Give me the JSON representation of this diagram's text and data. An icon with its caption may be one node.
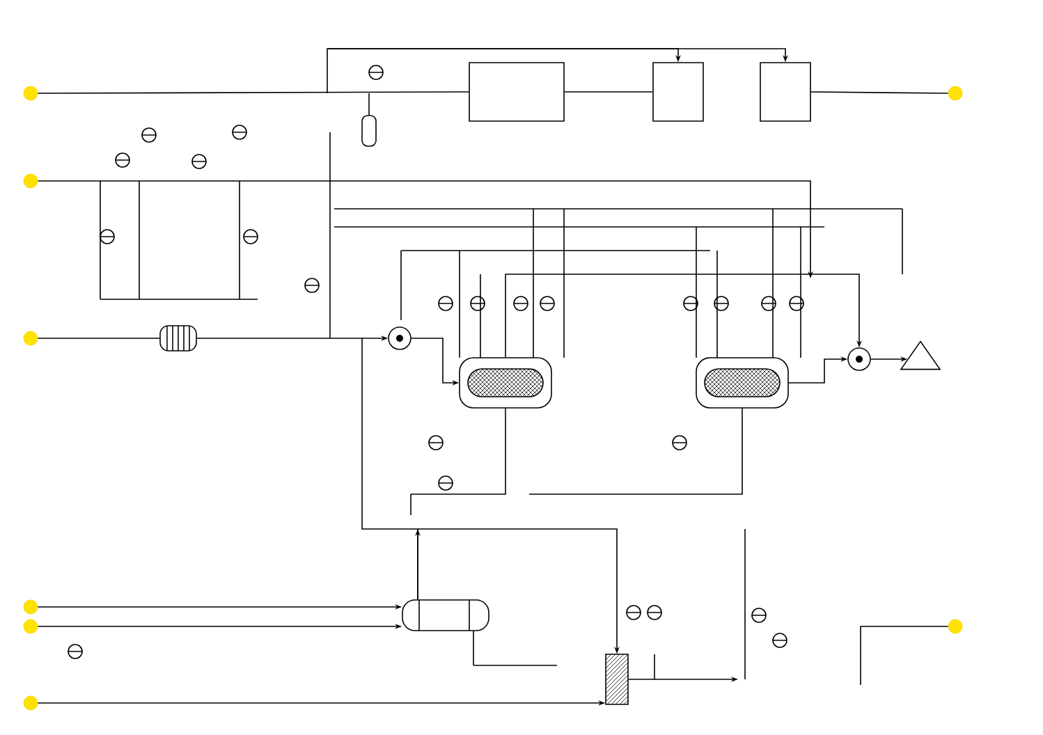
{
  "diagram": {
    "nodes": [
      {
        "text": [],
        "shape": "circle"
      },
      {
        "text": [],
        "shape": "circle"
      },
      {
        "text": [],
        "shape": "circle"
      },
      {
        "text": [],
        "shape": "circle"
      },
      {
        "text": [],
        "shape": "circle"
      },
      {
        "text": [],
        "shape": "circle"
      },
      {
        "text": [],
        "shape": "circle"
      },
      {
        "text": [],
        "shape": "circle"
      },
      {
        "text": [],
        "shape": "box"
      },
      {
        "text": [],
        "shape": "box"
      },
      {
        "text": [],
        "shape": "box"
      },
      {
        "text": [],
        "shape": "cylinder"
      },
      {
        "text": [],
        "shape": "circle"
      },
      {
        "text": [],
        "shape": "cylinder"
      },
      {
        "text": [],
        "shape": "cylinder"
      },
      {
        "text": [],
        "shape": "circle"
      },
      {
        "text": [],
        "shape": "triangle"
      },
      {
        "text": [],
        "shape": "cylinder"
      },
      {
        "text": [],
        "shape": "box"
      },
      {
        "text": [],
        "shape": "cylinder"
      }
    ],
    "edges": [
      {
        "from": 0,
        "to": 8,
        "arrow": "none"
      },
      {
        "from": 8,
        "to": 9,
        "arrow": "none"
      },
      {
        "from": null,
        "to": 9,
        "arrow": "to"
      },
      {
        "from": null,
        "to": 10,
        "arrow": "to"
      },
      {
        "from": 10,
        "to": 6,
        "arrow": "none"
      },
      {
        "from": 1,
        "to": null,
        "arrow": "to"
      },
      {
        "from": 2,
        "to": 11,
        "arrow": "none"
      },
      {
        "from": 11,
        "to": 12,
        "arrow": "to"
      },
      {
        "from": 12,
        "to": 13,
        "arrow": "to"
      },
      {
        "from": 13,
        "to": 15,
        "arrow": "to"
      },
      {
        "from": 14,
        "to": 15,
        "arrow": "to"
      },
      {
        "from": 15,
        "to": 16,
        "arrow": "to"
      },
      {
        "from": 13,
        "to": null,
        "arrow": "none"
      },
      {
        "from": 14,
        "to": null,
        "arrow": "none"
      },
      {
        "from": 3,
        "to": 17,
        "arrow": "to"
      },
      {
        "from": 4,
        "to": 17,
        "arrow": "to"
      },
      {
        "from": 17,
        "to": null,
        "arrow": "to"
      },
      {
        "from": 5,
        "to": 18,
        "arrow": "to"
      },
      {
        "from": null,
        "to": 18,
        "arrow": "to"
      },
      {
        "from": 18,
        "to": null,
        "arrow": "to"
      },
      {
        "from": 7,
        "to": null,
        "arrow": "none"
      },
      {
        "from": null,
        "to": 19,
        "arrow": "none"
      }
    ]
  }
}
